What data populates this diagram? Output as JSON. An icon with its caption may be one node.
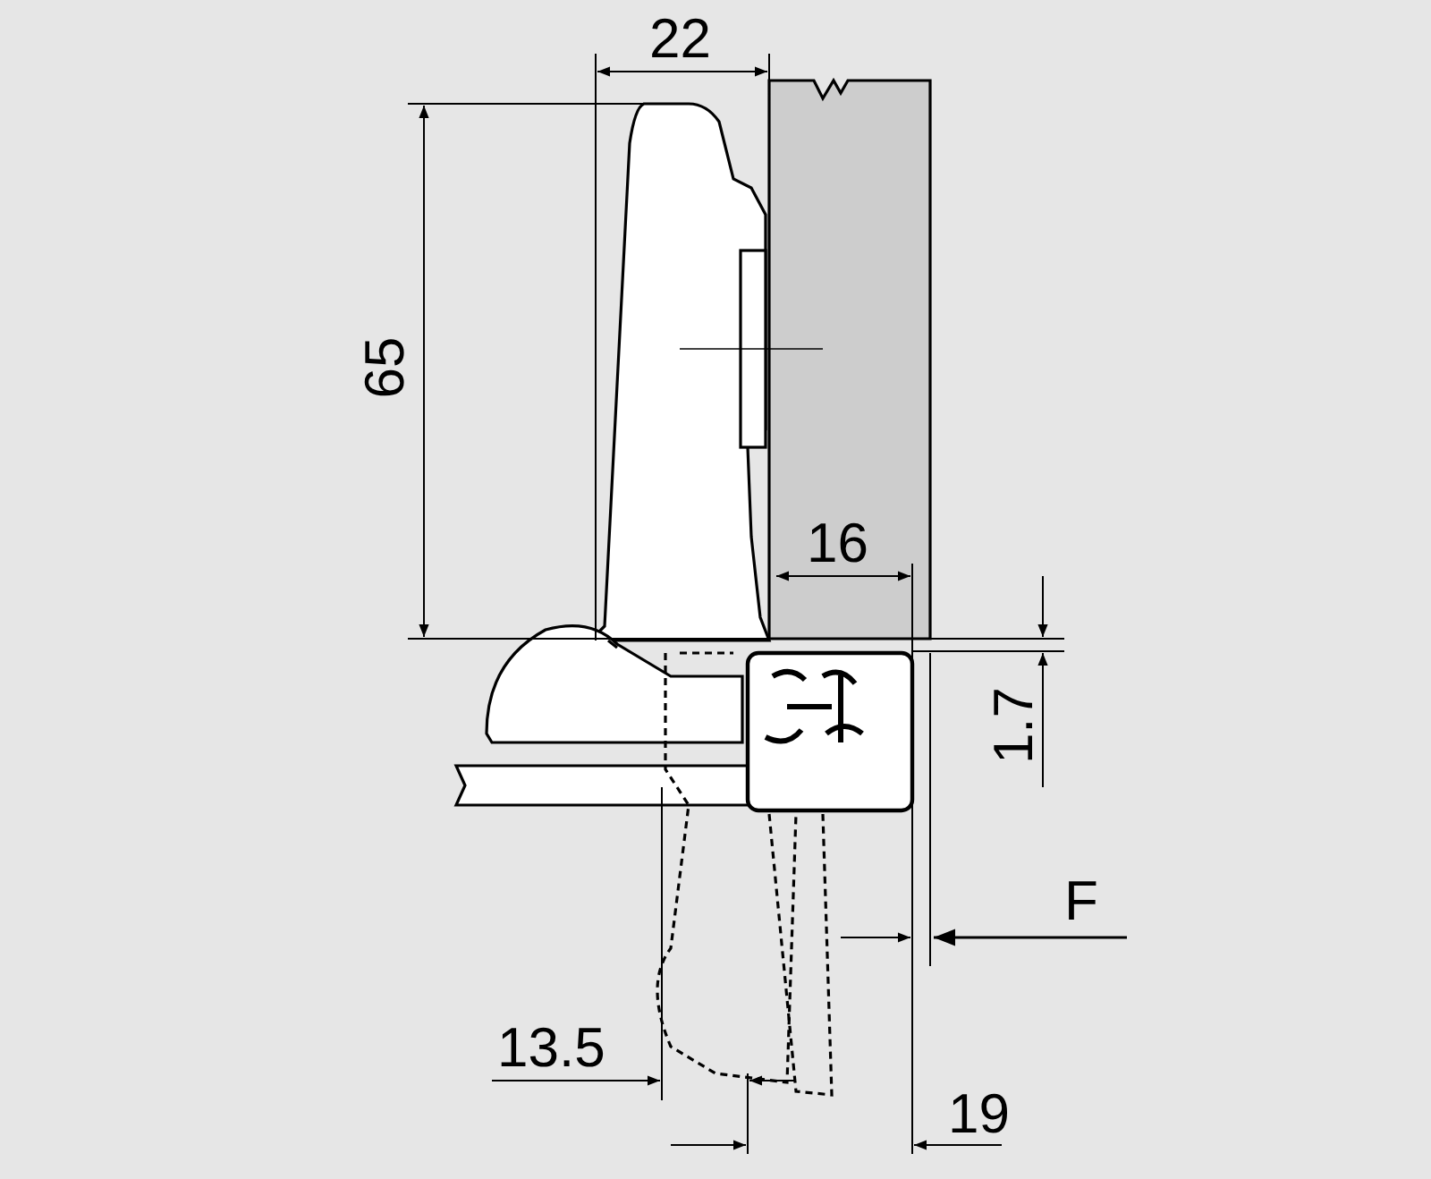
{
  "diagram": {
    "labels": [
      "22",
      "65",
      "16",
      "1.7",
      "F",
      "13.5",
      "19"
    ]
  }
}
